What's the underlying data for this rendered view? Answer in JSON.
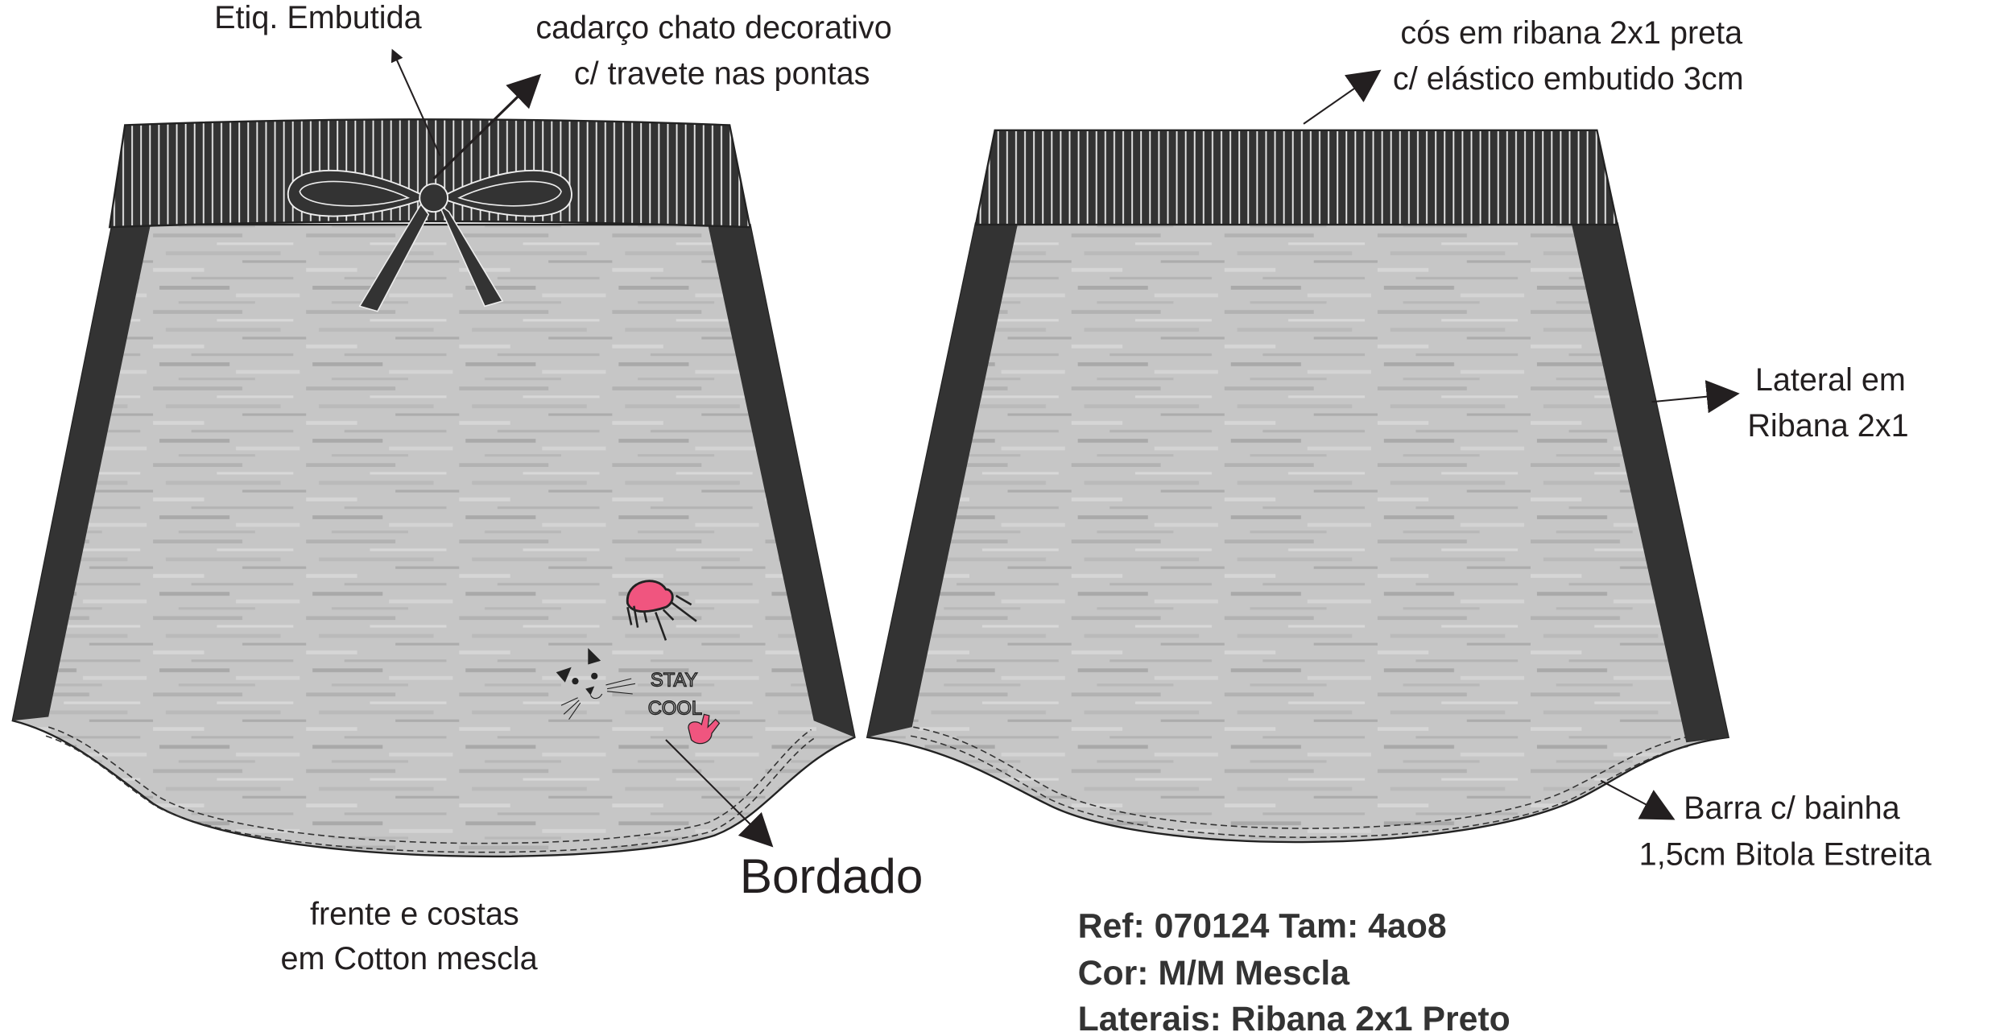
{
  "annotations": {
    "label_tag": "Etiq. Embutida",
    "drawstring_line1": "cadarço chato decorativo",
    "drawstring_line2": "c/ travete nas pontas",
    "waistband_line1": "cós em ribana 2x1 preta",
    "waistband_line2": "c/ elástico embutido 3cm",
    "side_line1": "Lateral em",
    "side_line2": "Ribana 2x1",
    "hem_line1": "Barra c/ bainha",
    "hem_line2": "1,5cm Bitola Estreita",
    "embroidery": "Bordado",
    "fabric_line1": "frente e costas",
    "fabric_line2": "em Cotton mescla"
  },
  "spec": {
    "ref_line": "Ref: 070124 Tam: 4ao8",
    "color_line": "Cor: M/M Mescla",
    "sides_line": "Laterais: Ribana 2x1 Preto"
  },
  "artwork": {
    "line1": "STAY",
    "line2": "COOL"
  },
  "colors": {
    "heather": "#c6c6c6",
    "rib": "#333333",
    "accent_pink": "#f0557f"
  }
}
